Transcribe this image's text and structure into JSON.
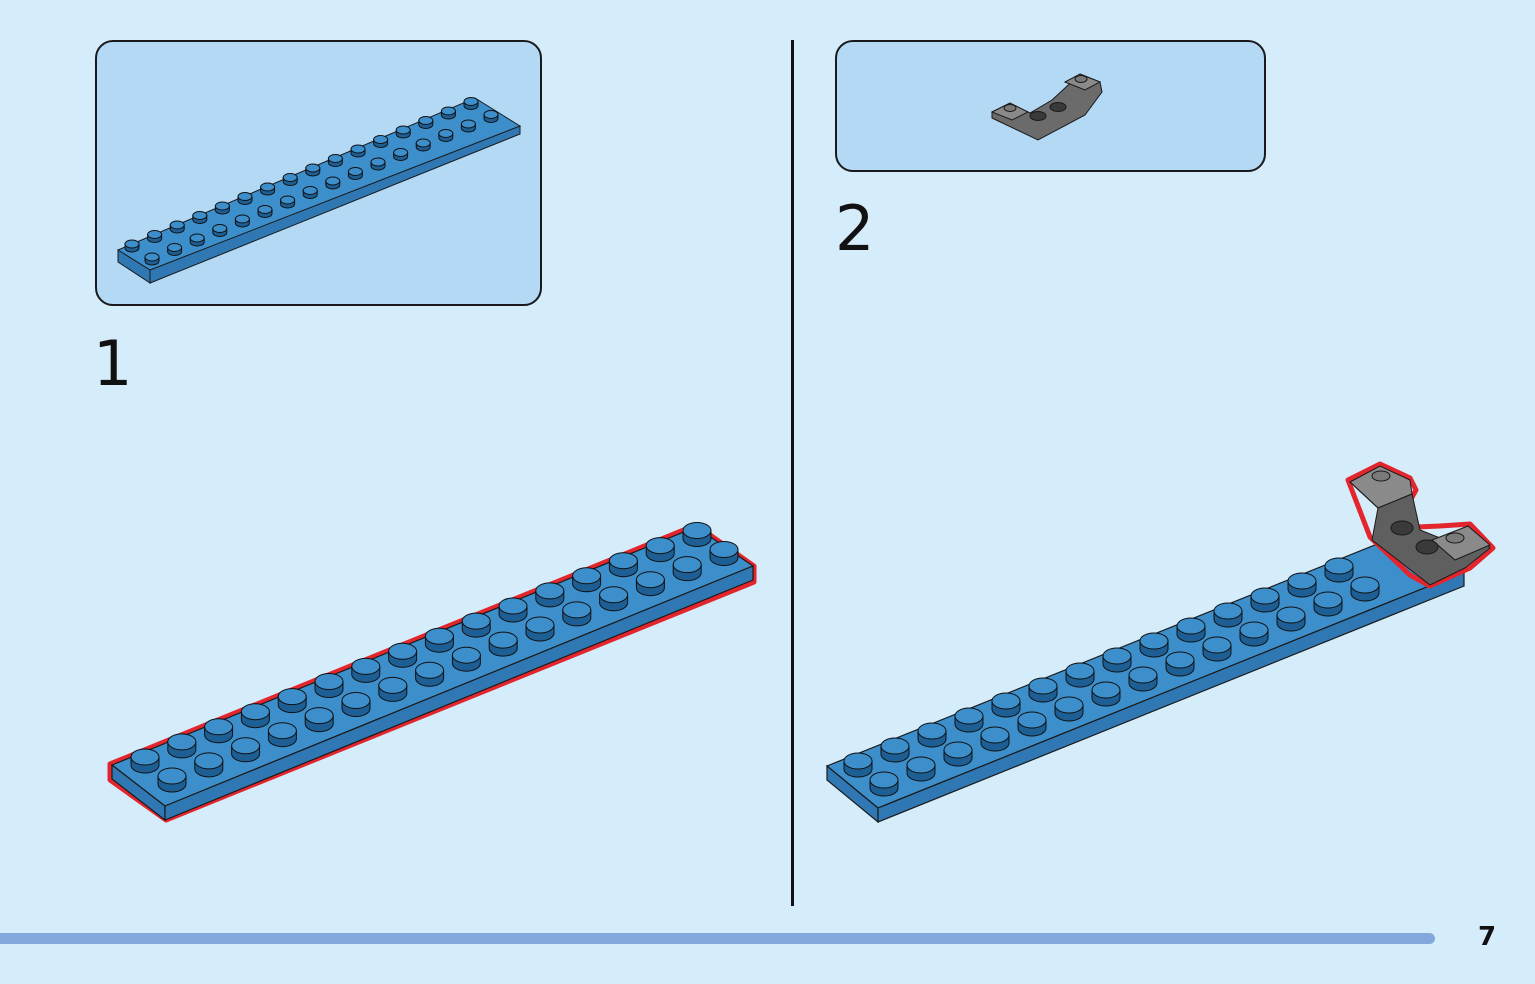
{
  "steps": [
    {
      "number": "1",
      "part": "blue-plate-2x16"
    },
    {
      "number": "2",
      "part": "dark-grey-inverted-slope"
    }
  ],
  "page_number": "7",
  "colors": {
    "background": "#d5ecfb",
    "parts_box": "#b4d9f5",
    "brick_blue": "#3d8fcc",
    "brick_blue_side": "#2f78b3",
    "stud_dark": "#1d5f94",
    "grey": "#6b6b6b",
    "highlight": "#e3262d",
    "footer_bar": "#84a8db"
  }
}
